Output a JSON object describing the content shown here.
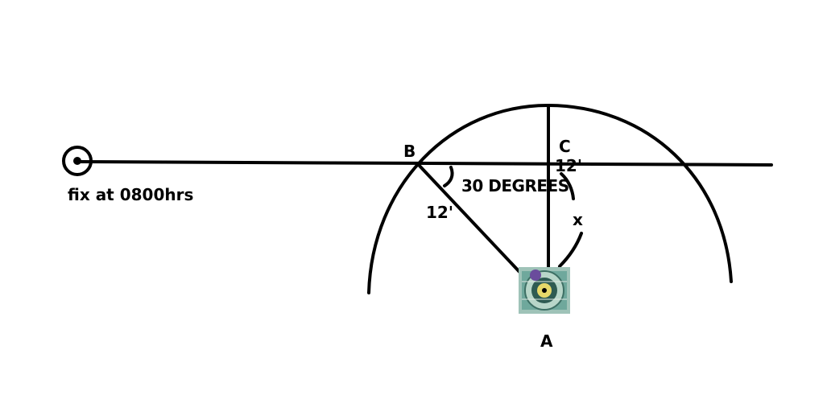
{
  "labels": {
    "fix": "fix at 0800hrs",
    "point_a": "A",
    "point_b": "B",
    "point_c": "C",
    "angle": "30 DEGREES",
    "side_ab": "12'",
    "side_c": "12'",
    "unknown": "x"
  },
  "icons": {
    "fix_symbol": "circled-dot-icon",
    "observer_marker": "compass-tile-icon"
  },
  "colors": {
    "line": "#000000",
    "background": "#ffffff"
  }
}
